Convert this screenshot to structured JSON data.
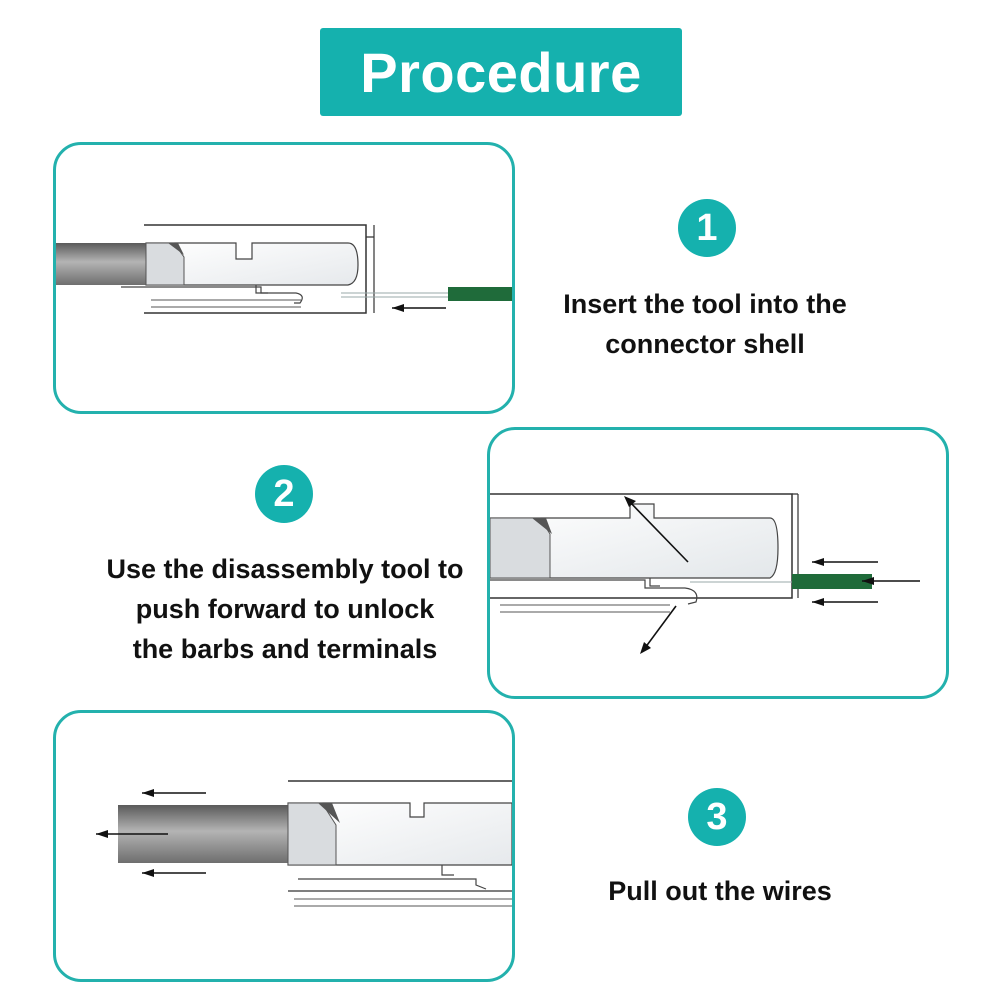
{
  "title": "Procedure",
  "steps": [
    {
      "number": "1",
      "lines": [
        "Insert the tool into the",
        "connector shell"
      ]
    },
    {
      "number": "2",
      "lines": [
        "Use the disassembly tool to",
        "push forward to unlock",
        "the barbs and terminals"
      ]
    },
    {
      "number": "3",
      "lines": [
        "Pull out the wires"
      ]
    }
  ],
  "colors": {
    "accent": "#15b1ae",
    "panel_border": "#23b1ad",
    "tool_green": "#1f6b3a",
    "wire_gray": "#7a7a7a",
    "text": "#111111"
  },
  "icons": [
    "arrow-left-icon",
    "arrow-diagonal-icon",
    "disassembly-tool-icon",
    "wire-icon",
    "connector-shell-icon"
  ]
}
